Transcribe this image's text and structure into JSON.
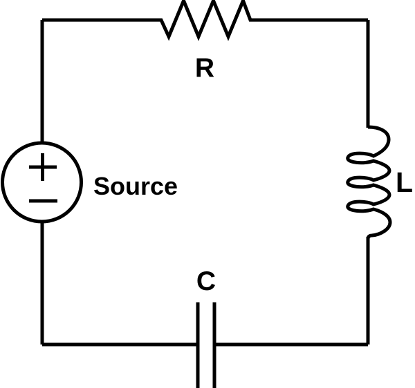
{
  "diagram": {
    "type": "circuit-schematic",
    "ink_color": "#000000",
    "background_color": "#ffffff",
    "labels": {
      "resistor": "R",
      "inductor": "L",
      "capacitor": "C",
      "source": "Source"
    },
    "source_polarity": {
      "plus": "+",
      "minus": "−"
    }
  }
}
